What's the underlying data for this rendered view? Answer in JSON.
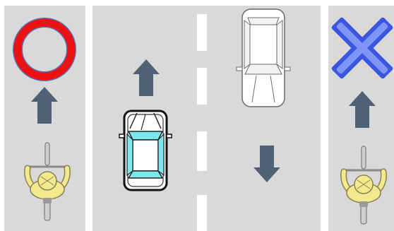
{
  "scene": {
    "kind": "traffic-rule-illustration",
    "panels": [
      {
        "id": "left-bike-lane",
        "symbol": "red-circle-allowed",
        "arrows": [
          "up-arrow-icon"
        ],
        "vehicles": [
          "bicycle-rider-icon"
        ]
      },
      {
        "id": "center-road",
        "arrows": [
          "up-arrow-icon",
          "down-arrow-icon"
        ],
        "vehicles": [
          "car-northbound-icon",
          "car-southbound-icon"
        ],
        "center_line": "dashed-white"
      },
      {
        "id": "right-bike-lane",
        "symbol": "blue-cross-prohibited",
        "arrows": [
          "up-arrow-icon"
        ],
        "vehicles": [
          "bicycle-rider-icon"
        ]
      }
    ]
  },
  "colors": {
    "road": "#d9d9d9",
    "separator": "#ffffff",
    "arrow": "#4f6275",
    "circle_fill": "#ee1111",
    "circle_stroke": "#5a6fb0",
    "cross": "#3b56e0",
    "cross_light": "#7f95f5",
    "car_window": "#7de8ef",
    "rider_yellow": "#f2ea8c"
  }
}
